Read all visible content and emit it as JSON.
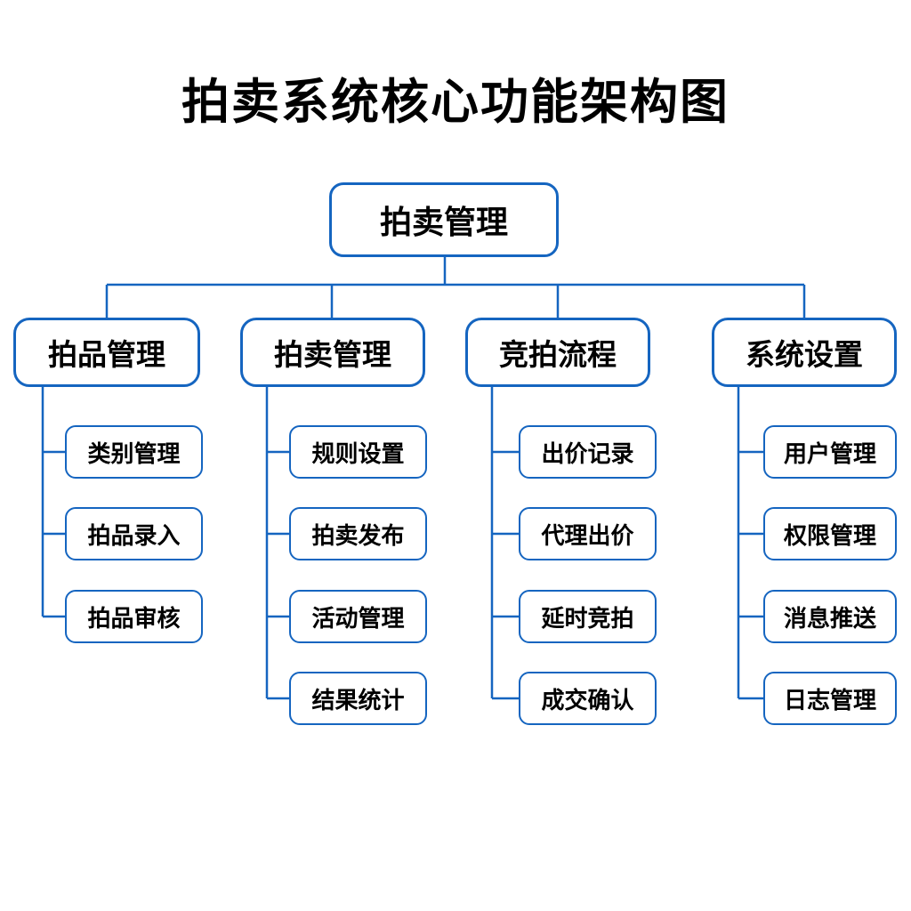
{
  "title": "拍卖系统核心功能架构图",
  "accent_color": "#1565c0",
  "text_color": "#000000",
  "root": {
    "label": "拍卖管理"
  },
  "branches": [
    {
      "label": "拍品管理",
      "children": [
        {
          "label": "类别管理"
        },
        {
          "label": "拍品录入"
        },
        {
          "label": "拍品审核"
        }
      ]
    },
    {
      "label": "拍卖管理",
      "children": [
        {
          "label": "规则设置"
        },
        {
          "label": "拍卖发布"
        },
        {
          "label": "活动管理"
        },
        {
          "label": "结果统计"
        }
      ]
    },
    {
      "label": "竞拍流程",
      "children": [
        {
          "label": "出价记录"
        },
        {
          "label": "代理出价"
        },
        {
          "label": "延时竞拍"
        },
        {
          "label": "成交确认"
        }
      ]
    },
    {
      "label": "系统设置",
      "children": [
        {
          "label": "用户管理"
        },
        {
          "label": "权限管理"
        },
        {
          "label": "消息推送"
        },
        {
          "label": "日志管理"
        }
      ]
    }
  ]
}
